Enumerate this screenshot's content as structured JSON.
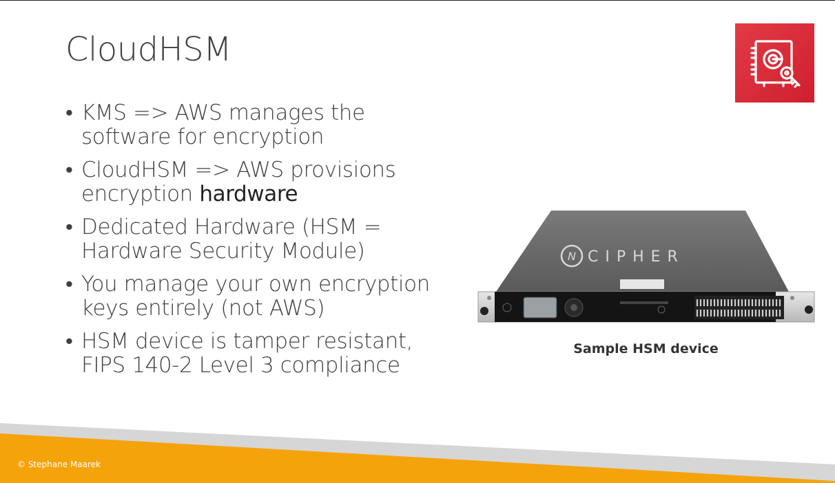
{
  "slide": {
    "title": "CloudHSM",
    "bullets": [
      {
        "prefix": "KMS => AWS manages the software for encryption",
        "emphasis": ""
      },
      {
        "prefix": "CloudHSM => AWS provisions encryption ",
        "emphasis": "hardware"
      },
      {
        "prefix": "Dedicated Hardware (HSM = Hardware Security Module)",
        "emphasis": ""
      },
      {
        "prefix": "You manage your own encryption keys entirely (not AWS)",
        "emphasis": ""
      },
      {
        "prefix": "HSM device is tamper resistant, FIPS 140-2 Level 3 compliance",
        "emphasis": ""
      }
    ],
    "bullet_glyph": "•",
    "image_caption": "Sample HSM device",
    "device_brand": "CIPHER",
    "device_brand_mark": "N",
    "logo_icon": "safe-key-icon",
    "copyright": "© Stephane Maarek"
  },
  "colors": {
    "logo_bg": "#d9272f",
    "footer_orange": "#f5a30a",
    "footer_gray": "#d6d6d6",
    "title_text": "#404040"
  }
}
